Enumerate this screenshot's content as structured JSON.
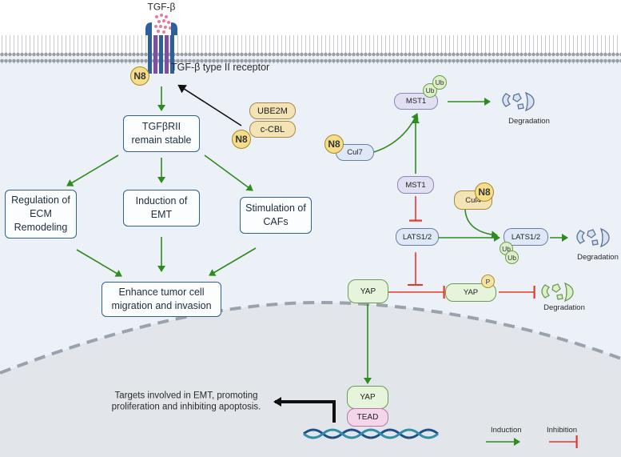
{
  "membrane": {
    "ligand": "TGF-β",
    "receptor_label": "TGF-β type II receptor"
  },
  "left_pathway": {
    "stable_box": "TGFβRII\nremain stable",
    "branches": [
      "Regulation of\nECM\nRemodeling",
      "Induction of\nEMT",
      "Stimulation of\nCAFs"
    ],
    "outcome": "Enhance tumor cell\nmigration and invasion",
    "ube2m": "UBE2M",
    "ccbl": "c-CBL"
  },
  "hippo": {
    "mst1_ub": "MST1",
    "ub": "Ub",
    "degradation": "Degradation",
    "cul7": "Cul7",
    "mst1": "MST1",
    "cul4": "Cul4",
    "lats": "LATS1/2",
    "lats_ub": "LATS1/2",
    "yap": "YAP",
    "yap_p": "YAP",
    "p": "P",
    "yap_nuc": "YAP",
    "tead": "TEAD"
  },
  "n8": "N8",
  "targets_text": "Targets involved in EMT, promoting\nproliferation and inhibiting apoptosis.",
  "legend": {
    "induction": "Induction",
    "inhibition": "Inhibition"
  },
  "colors": {
    "induction": "#2e8b1e",
    "inhibition": "#e03a2c",
    "cytoplasm": "#ecf1f7",
    "nucleus": "#e2e5e9",
    "box_border": "#2f5f93"
  }
}
